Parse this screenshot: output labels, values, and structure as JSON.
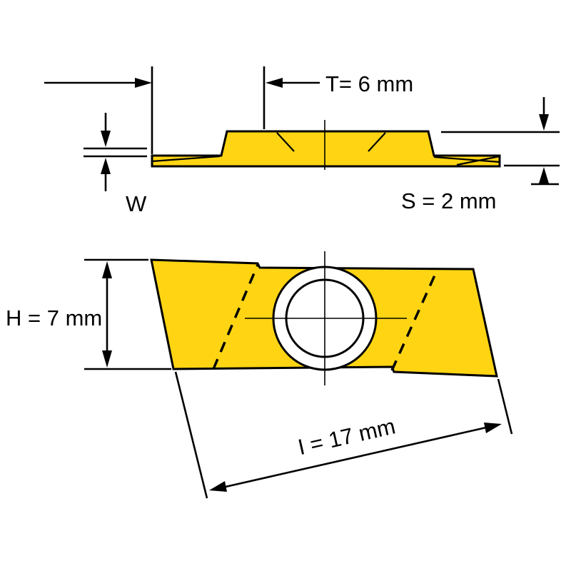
{
  "drawing": {
    "background": "#ffffff",
    "insert_fill": "#ffd513",
    "hole_fill": "#ffffff",
    "line_color": "#000000",
    "dimensions": {
      "t_label": "T= 6 mm",
      "w_label": "W",
      "s_label": "S = 2 mm",
      "h_label": "H = 7 mm",
      "i_label": "I = 17 mm"
    }
  }
}
